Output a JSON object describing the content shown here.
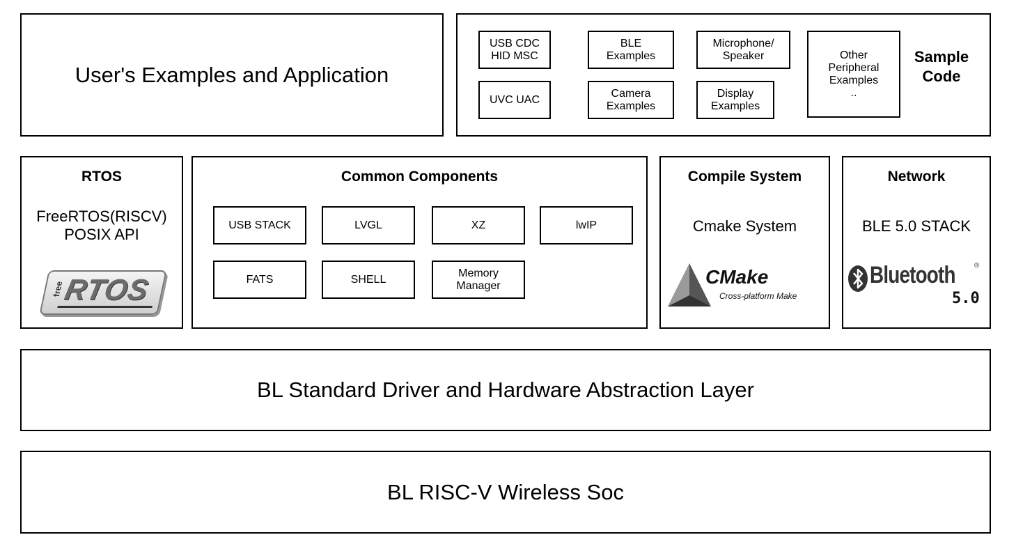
{
  "top": {
    "user_app": "User's Examples and Application",
    "sample_code": {
      "title": "Sample\nCode",
      "items": [
        "USB CDC\nHID MSC",
        "BLE\nExamples",
        "Microphone/\nSpeaker",
        "UVC UAC",
        "Camera\nExamples",
        "Display\nExamples",
        "Other\nPeripheral\nExamples\n.."
      ]
    }
  },
  "middle": {
    "rtos": {
      "title": "RTOS",
      "body": "FreeRTOS(RISCV)\nPOSIX API",
      "logo_small": "free",
      "logo_text": "RTOS"
    },
    "common": {
      "title": "Common Components",
      "items": [
        "USB STACK",
        "LVGL",
        "XZ",
        "lwIP",
        "FATS",
        "SHELL",
        "Memory\nManager"
      ]
    },
    "compile": {
      "title": "Compile System",
      "body": "Cmake System",
      "logo_text": "CMake",
      "logo_sub": "Cross-platform Make"
    },
    "network": {
      "title": "Network",
      "body": "BLE 5.0 STACK",
      "logo_text": "Bluetooth",
      "logo_reg": "®",
      "logo_version": "5.0"
    }
  },
  "driver_layer": "BL Standard Driver and Hardware Abstraction Layer",
  "soc_layer": "BL RISC-V Wireless Soc"
}
